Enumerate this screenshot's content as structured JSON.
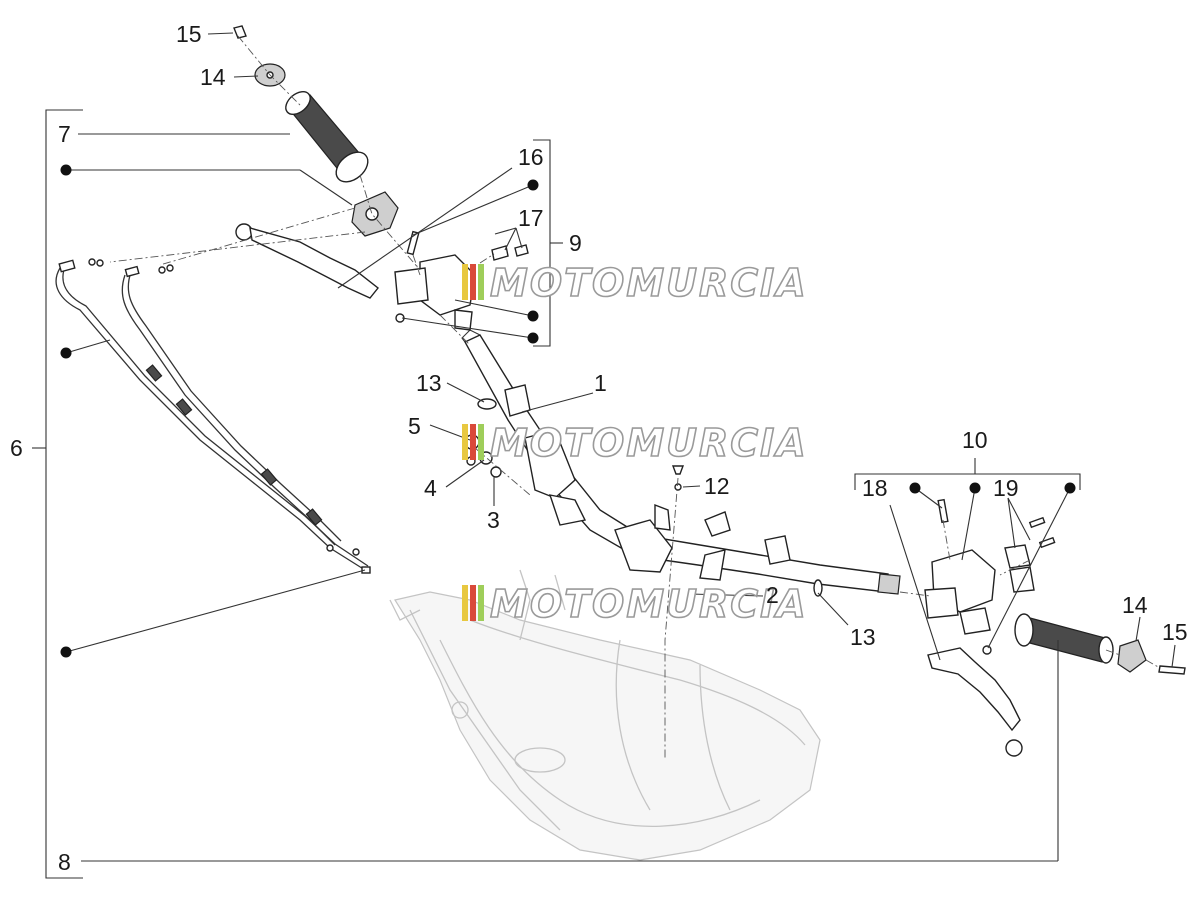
{
  "callouts": {
    "c1": "1",
    "c2": "2",
    "c3": "3",
    "c4": "4",
    "c5": "5",
    "c6": "6",
    "c7": "7",
    "c8": "8",
    "c9": "9",
    "c10": "10",
    "c12": "12",
    "c13a": "13",
    "c13b": "13",
    "c14a": "14",
    "c14b": "14",
    "c15a": "15",
    "c15b": "15",
    "c16": "16",
    "c17": "17",
    "c18": "18",
    "c19": "19"
  },
  "watermark": "MOTOMURCIA",
  "colors": {
    "line": "#333333",
    "watermark_stripe_1": "#e8c840",
    "watermark_stripe_2": "#d94a3a",
    "watermark_stripe_3": "#9fce5a"
  }
}
